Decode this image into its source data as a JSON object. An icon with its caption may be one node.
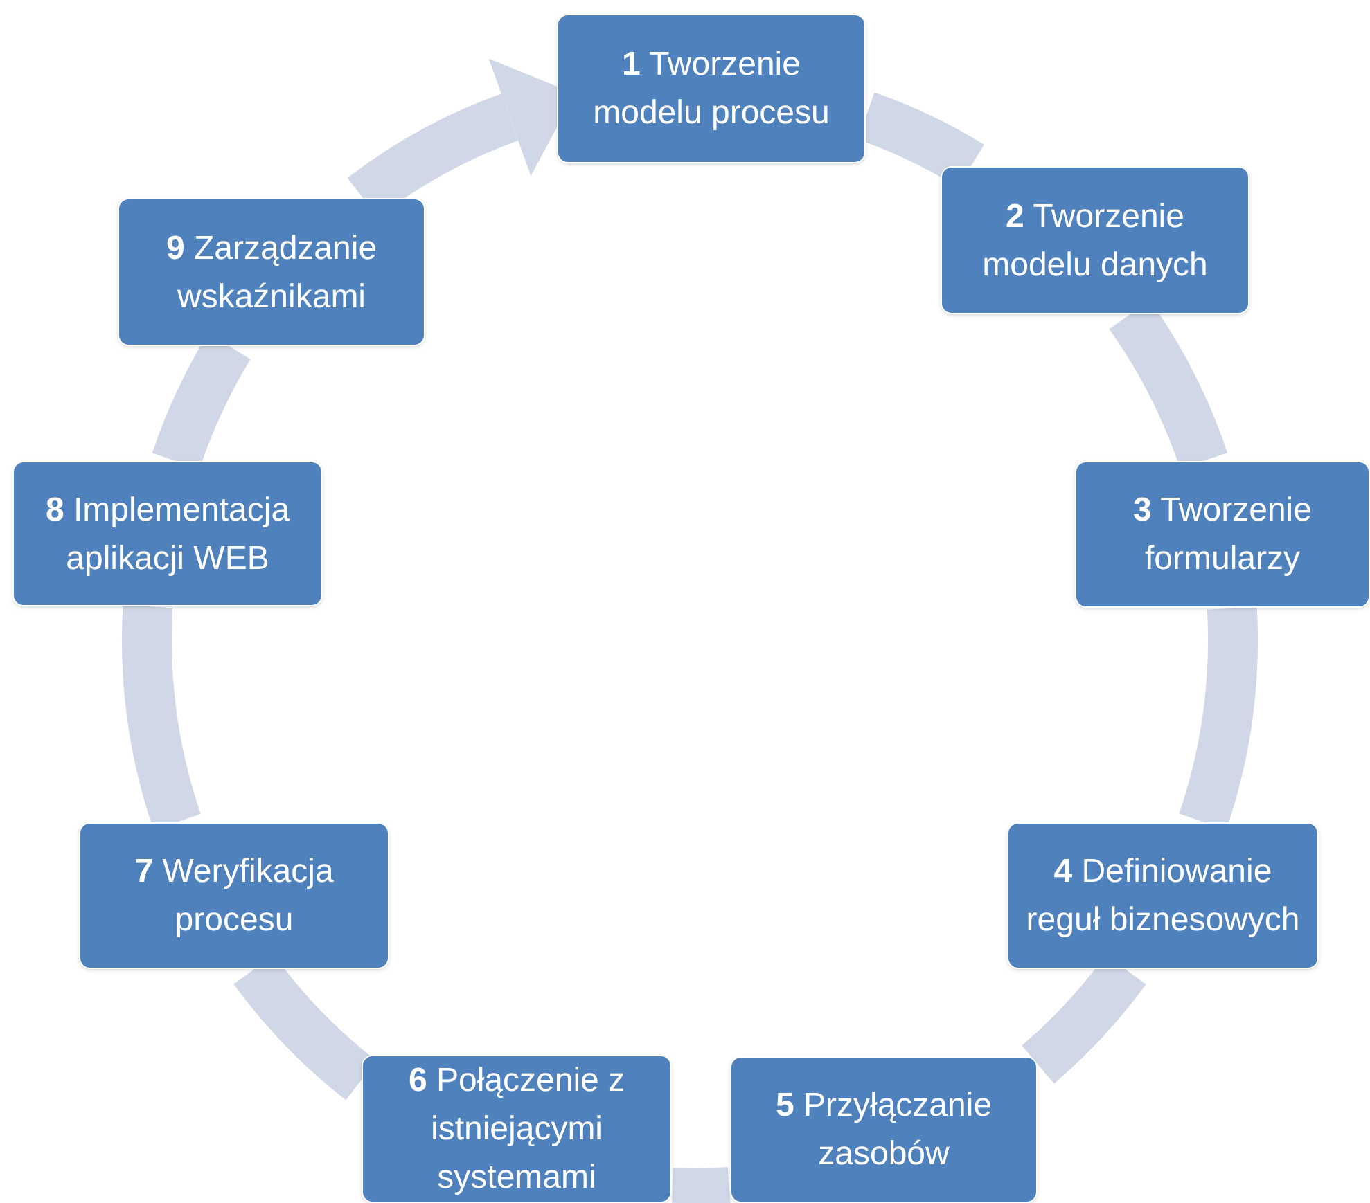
{
  "diagram": {
    "nodes": [
      {
        "text": [
          "**1** Tworzenie modelu procesu"
        ]
      },
      {
        "text": [
          "**2** Tworzenie modelu danych"
        ]
      },
      {
        "text": [
          "**3** Tworzenie formularzy"
        ]
      },
      {
        "text": [
          "**4** Definiowanie reguł biznesowych"
        ]
      },
      {
        "text": [
          "**5** Przyłączanie zasobów"
        ]
      },
      {
        "text": [
          "**6** Połączenie z istniejącymi systemami"
        ]
      },
      {
        "text": [
          "**7** Weryfikacja procesu"
        ]
      },
      {
        "text": [
          "**8** Implementacja aplikacji WEB"
        ]
      },
      {
        "text": [
          "**9** Zarządzanie wskaźnikami"
        ]
      }
    ],
    "edges": [
      {
        "from": 0,
        "to": 1,
        "arrow": "none"
      },
      {
        "from": 1,
        "to": 2,
        "arrow": "none"
      },
      {
        "from": 2,
        "to": 3,
        "arrow": "none"
      },
      {
        "from": 3,
        "to": 4,
        "arrow": "none"
      },
      {
        "from": 4,
        "to": 5,
        "arrow": "none"
      },
      {
        "from": 5,
        "to": 6,
        "arrow": "none"
      },
      {
        "from": 6,
        "to": 7,
        "arrow": "none"
      },
      {
        "from": 7,
        "to": 8,
        "arrow": "none"
      },
      {
        "from": 8,
        "to": 0,
        "arrow": "to"
      }
    ]
  }
}
